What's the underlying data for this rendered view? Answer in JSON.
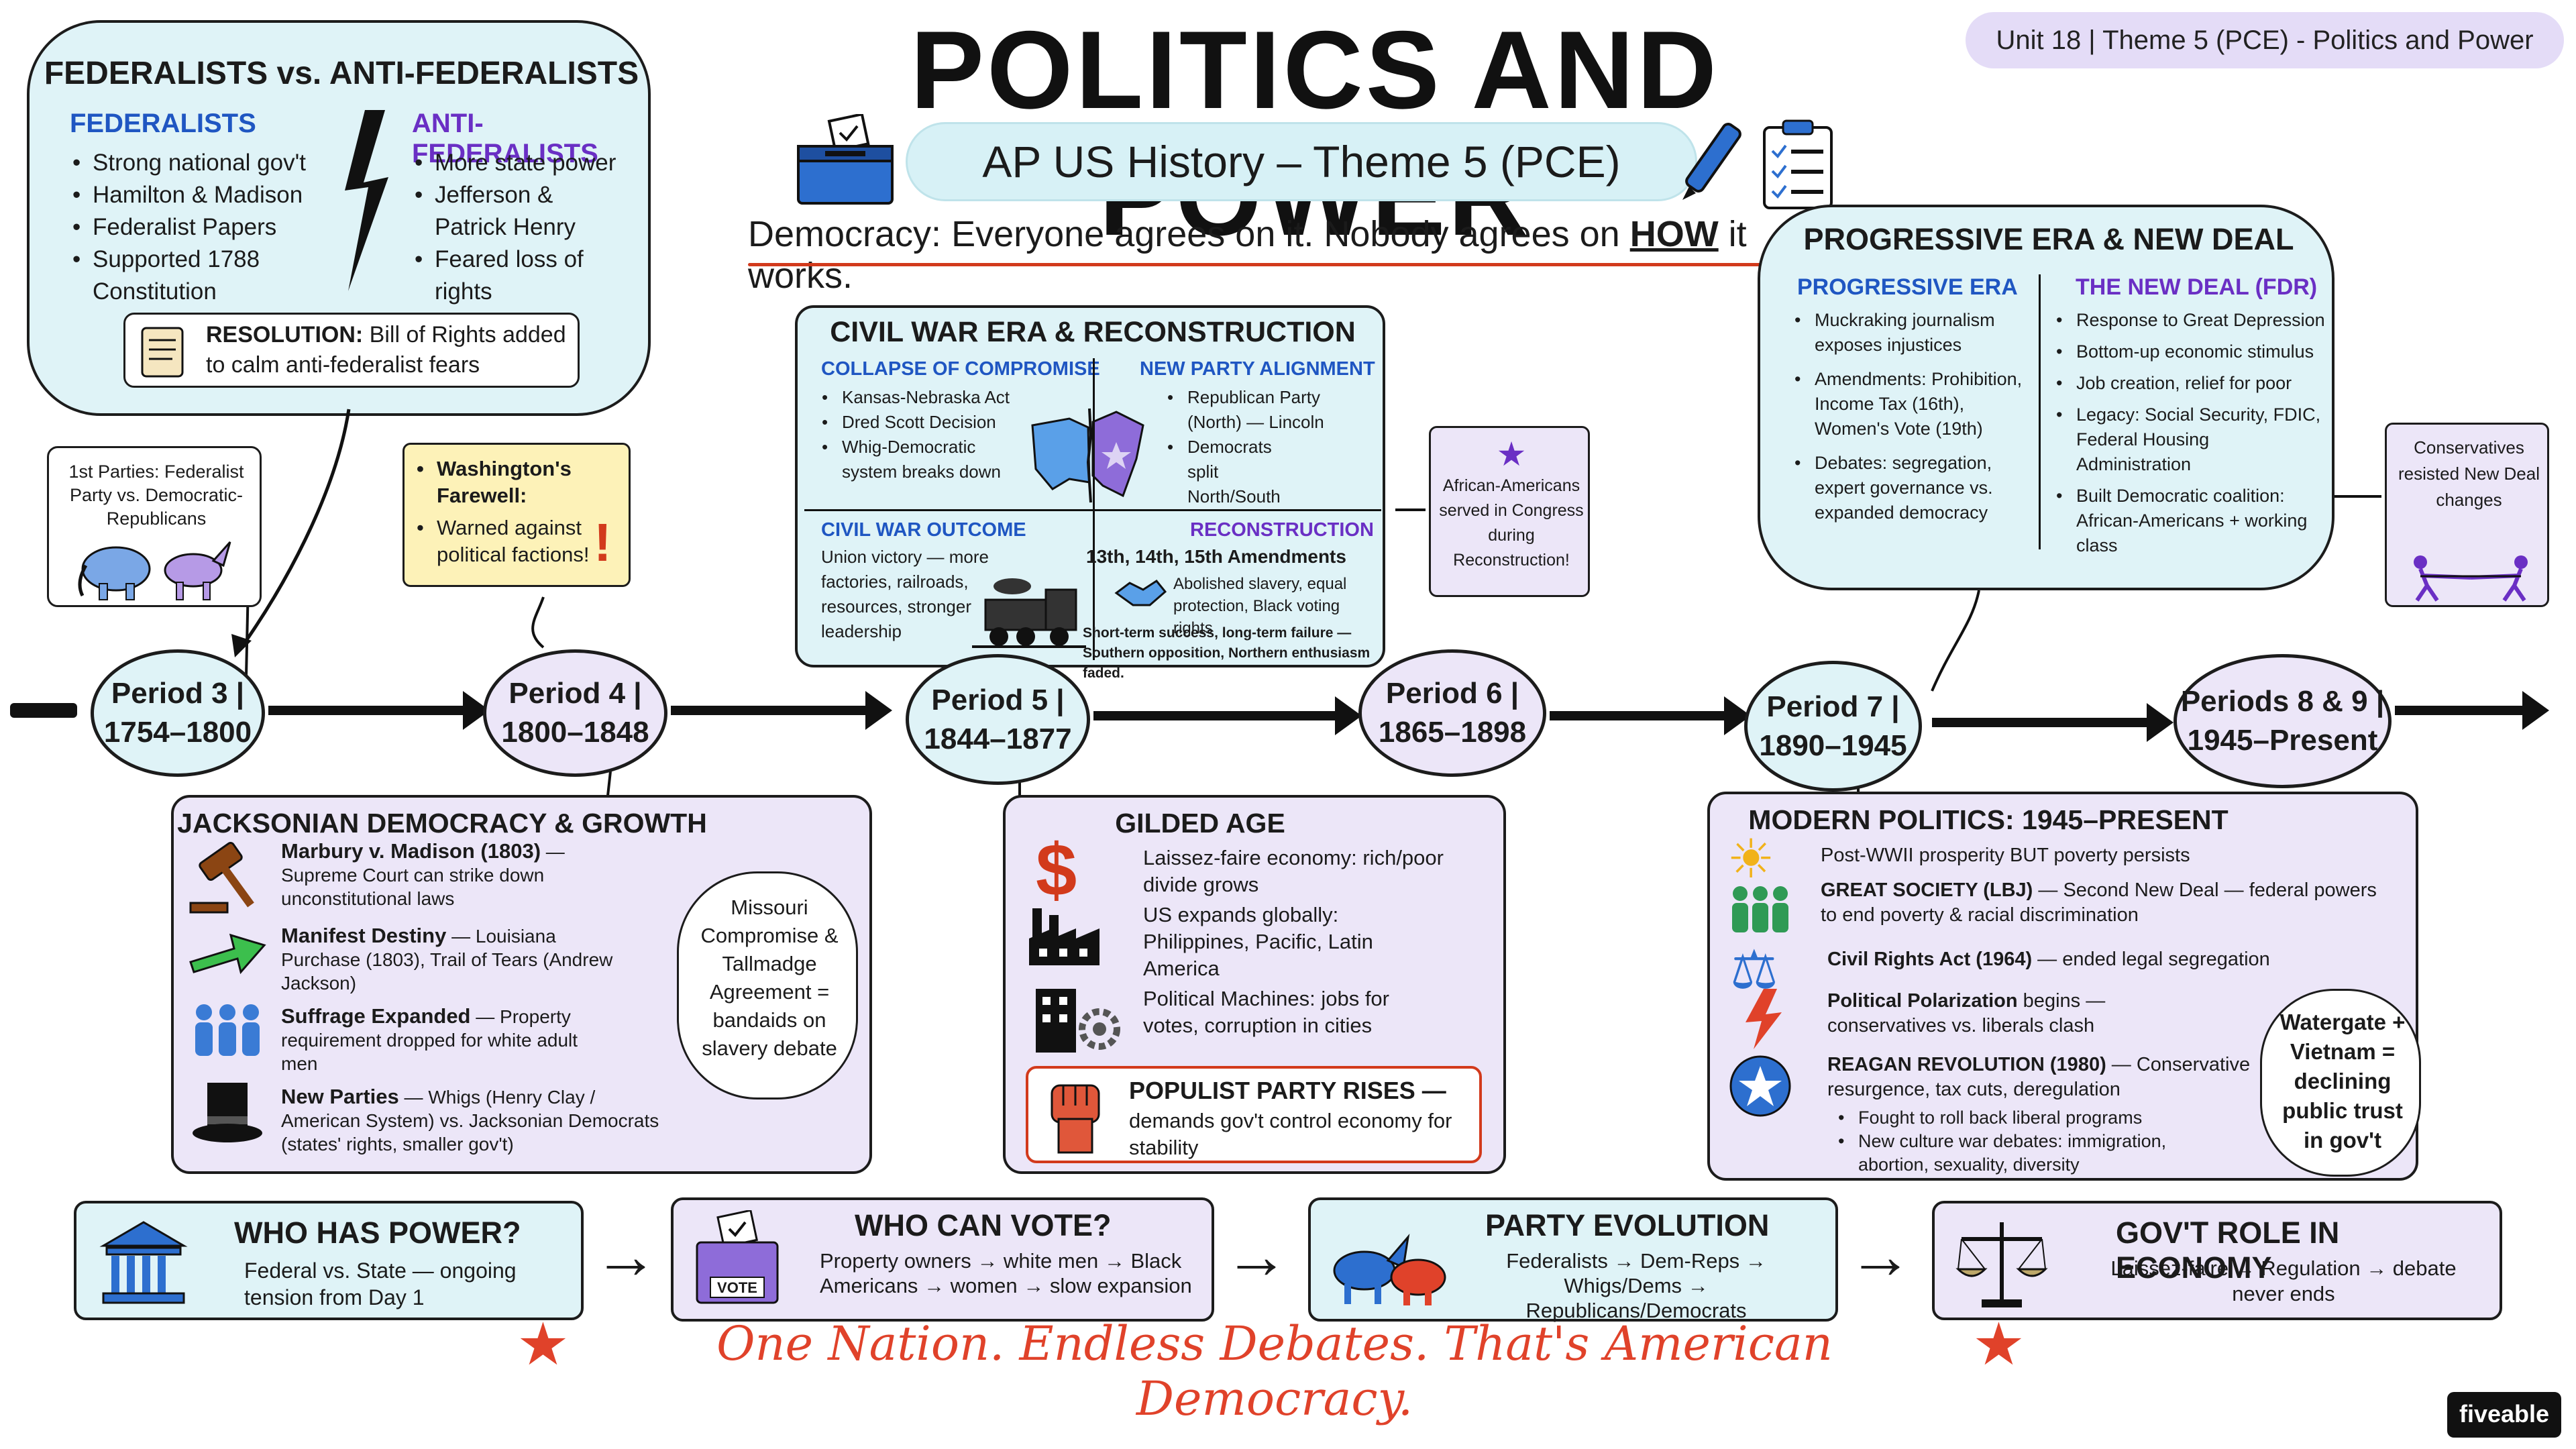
{
  "header": {
    "title": "POLITICS AND POWER",
    "unit_tag": "Unit 18 | Theme 5 (PCE) - Politics and Power",
    "subtitle": "AP US History – Theme 5 (PCE)",
    "tagline_start": "Democracy: Everyone agrees on it. Nobody agrees on ",
    "tagline_how": "HOW",
    "tagline_end": " it works."
  },
  "federalists_box": {
    "title": "FEDERALISTS vs. ANTI-FEDERALISTS",
    "fed_heading": "FEDERALISTS",
    "fed_items": [
      "Strong national gov't",
      "Hamilton & Madison",
      "Federalist Papers",
      "Supported 1788 Constitution"
    ],
    "anti_heading": "ANTI-FEDERALISTS",
    "anti_items": [
      "More state power",
      "Jefferson & Patrick Henry",
      "Feared loss of rights"
    ],
    "resolution_label": "RESOLUTION:",
    "resolution_text": " Bill of Rights added to calm anti-federalist fears"
  },
  "first_parties": {
    "text": "1st Parties: Federalist Party vs. Democratic-Republicans"
  },
  "washington": {
    "title": "Washington's Farewell:",
    "text": "Warned against political factions!"
  },
  "civil_war": {
    "title": "CIVIL WAR ERA & RECONSTRUCTION",
    "collapse_heading": "COLLAPSE OF COMPROMISE",
    "collapse_items": [
      "Kansas-Nebraska Act",
      "Dred Scott Decision",
      "Whig-Democratic system breaks down"
    ],
    "party_heading": "NEW PARTY ALIGNMENT",
    "party_items": [
      "Republican Party (North) — Lincoln",
      "Democrats split North/South"
    ],
    "outcome_heading": "CIVIL WAR OUTCOME",
    "outcome_text": "Union victory — more factories, railroads, resources, stronger leadership",
    "recon_heading": "RECONSTRUCTION",
    "recon_amendments": "13th, 14th, 15th Amendments",
    "recon_text": "Abolished slavery, equal protection, Black voting rights",
    "recon_footer": "Short-term success, long-term failure — Southern opposition, Northern enthusiasm faded."
  },
  "african_americans": {
    "text": "African-Americans served in Congress during Reconstruction!"
  },
  "progressive": {
    "title": "PROGRESSIVE ERA & NEW DEAL",
    "prog_heading": "PROGRESSIVE ERA",
    "prog_items": [
      "Muckraking journalism exposes injustices",
      "Amendments: Prohibition, Income Tax (16th), Women's Vote (19th)",
      "Debates: segregation, expert governance vs. expanded democracy"
    ],
    "deal_heading": "THE NEW DEAL (FDR)",
    "deal_items": [
      "Response to Great Depression",
      "Bottom-up economic stimulus",
      "Job creation, relief for poor",
      "Legacy: Social Security, FDIC, Federal Housing Administration",
      "Built Democratic coalition: African-Americans + working class"
    ]
  },
  "conservatives": {
    "text": "Conservatives resisted New Deal changes"
  },
  "timeline": {
    "periods": [
      {
        "line1": "Period 3 |",
        "line2": "1754–1800"
      },
      {
        "line1": "Period 4 |",
        "line2": "1800–1848"
      },
      {
        "line1": "Period 5 |",
        "line2": "1844–1877"
      },
      {
        "line1": "Period 6 |",
        "line2": "1865–1898"
      },
      {
        "line1": "Period 7 |",
        "line2": "1890–1945"
      },
      {
        "line1": "Periods 8 & 9 |",
        "line2": "1945–Present"
      }
    ]
  },
  "jacksonian": {
    "title": "JACKSONIAN DEMOCRACY & GROWTH",
    "items": [
      {
        "bold": "Marbury v. Madison (1803)",
        "text": " — Supreme Court can strike down unconstitutional laws"
      },
      {
        "bold": "Manifest Destiny",
        "text": " — Louisiana Purchase (1803), Trail of Tears (Andrew Jackson)"
      },
      {
        "bold": "Suffrage Expanded",
        "text": " — Property requirement dropped for white adult men"
      },
      {
        "bold": "New Parties",
        "text": " — Whigs (Henry Clay / American System) vs. Jacksonian Democrats (states' rights, smaller gov't)"
      }
    ],
    "missouri": "Missouri Compromise & Tallmadge Agreement = bandaids on slavery debate"
  },
  "gilded": {
    "title": "GILDED AGE",
    "items": [
      "Laissez-faire economy: rich/poor divide grows",
      "US expands globally: Philippines, Pacific, Latin America",
      "Political Machines: jobs for votes, corruption in cities"
    ],
    "populist_title": "POPULIST PARTY RISES —",
    "populist_text": "demands gov't control economy for stability"
  },
  "modern": {
    "title": "MODERN POLITICS: 1945–PRESENT",
    "line1": "Post-WWII prosperity BUT poverty persists",
    "great_bold": "GREAT SOCIETY (LBJ)",
    "great_text": " — Second New Deal — federal powers to end poverty & racial discrimination",
    "civil_bold": "Civil Rights Act (1964)",
    "civil_text": " — ended legal segregation",
    "polar_bold": "Political Polarization",
    "polar_text": " begins — conservatives vs. liberals clash",
    "reagan_bold": "REAGAN REVOLUTION (1980)",
    "reagan_text": " — Conservative resurgence, tax cuts, deregulation",
    "reagan_items": [
      "Fought to roll back liberal programs",
      "New culture war debates: immigration, abortion, sexuality, diversity"
    ],
    "watergate": "Watergate + Vietnam = declining public trust in gov't"
  },
  "bottom": [
    {
      "title": "WHO HAS POWER?",
      "text": "Federal vs. State — ongoing tension from Day 1"
    },
    {
      "title": "WHO CAN VOTE?",
      "text": "Property owners → white men → Black Americans → women → slow expansion"
    },
    {
      "title": "PARTY EVOLUTION",
      "text": "Federalists → Dem-Reps → Whigs/Dems → Republicans/Democrats"
    },
    {
      "title": "GOV'T ROLE IN ECONOMY",
      "text": "Laissez-faire ↔ Regulation → debate never ends"
    }
  ],
  "footer": {
    "slogan": "One Nation. Endless Debates. That's American Democracy.",
    "brand": "fiveable",
    "vote_label": "VOTE"
  },
  "colors": {
    "cyan": "#dff3f7",
    "purple": "#ece6f8",
    "yellow": "#fdf2b8",
    "accent_red": "#d23a1c",
    "blue_heading": "#1f56c2",
    "violet_heading": "#6a2fc4"
  }
}
